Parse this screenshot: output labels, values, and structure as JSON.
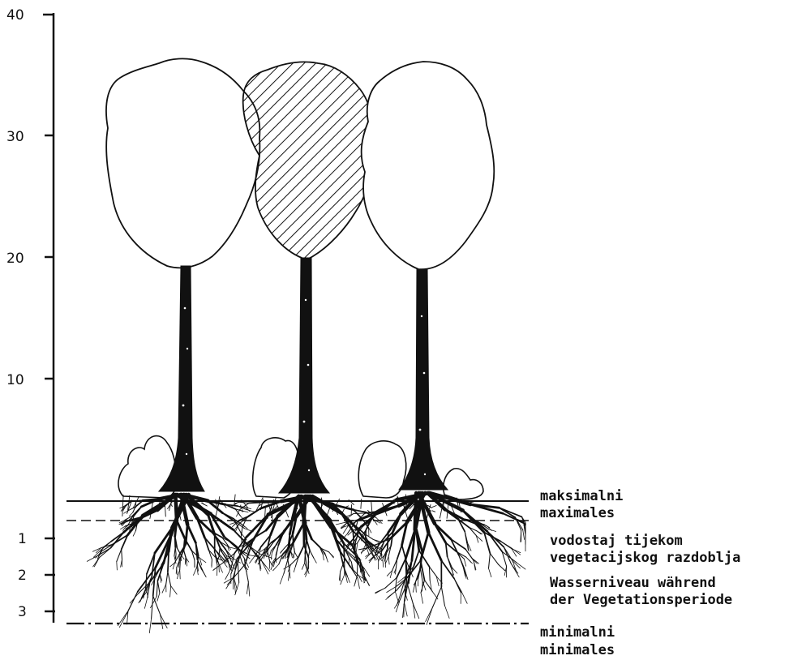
{
  "axis": {
    "upper_ticks": [
      "40",
      "30",
      "20",
      "10"
    ],
    "lower_ticks": [
      "1",
      "2",
      "3"
    ]
  },
  "labels": {
    "max_hr": "maksimalni",
    "max_de": "maximales",
    "period_hr_1": "vodostaj tijekom",
    "period_hr_2": "vegetacijskog razdoblja",
    "period_de_1": "Wasserniveau während",
    "period_de_2": "der Vegetationsperiode",
    "min_hr": "minimalni",
    "min_de": "minimales"
  },
  "trees": [
    {
      "crown": "open"
    },
    {
      "crown": "hatched"
    },
    {
      "crown": "open"
    }
  ],
  "colors": {
    "ink": "#111111",
    "background": "#ffffff"
  }
}
